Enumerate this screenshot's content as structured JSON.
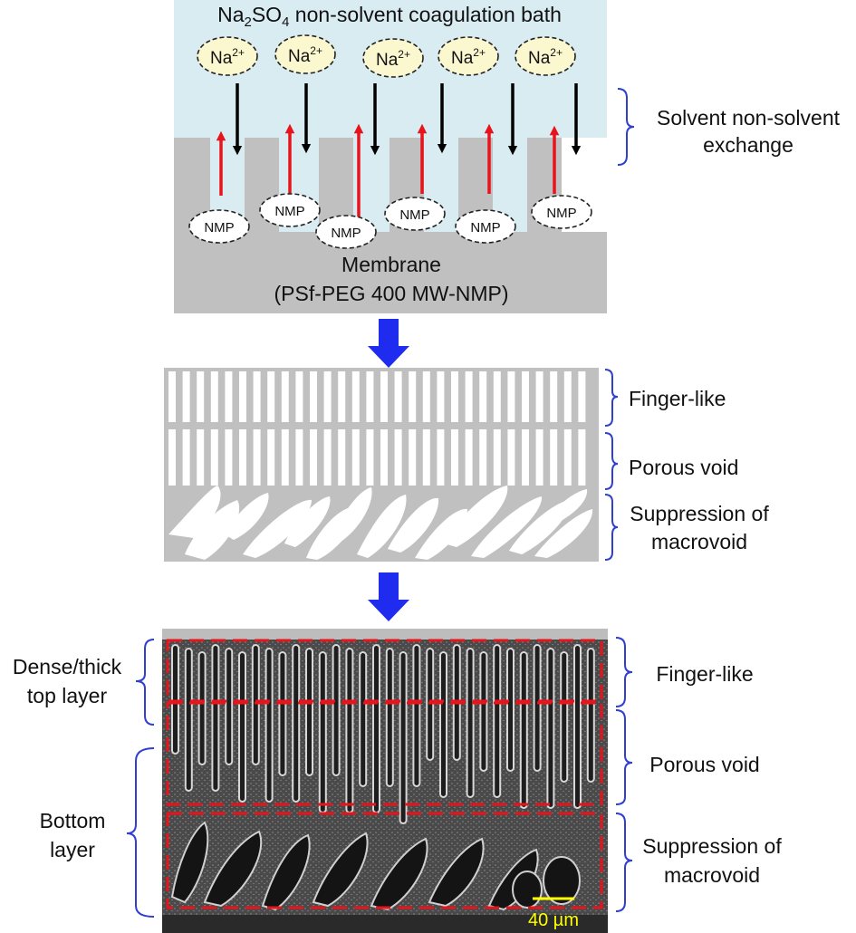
{
  "bath": {
    "title": "Na2SO4 non-solvent coagulation bath",
    "title_parts": {
      "pre": "Na",
      "sub1": "2",
      "mid": "SO",
      "sub2": "4",
      "post": " non-solvent coagulation bath"
    },
    "ion": {
      "base": "Na",
      "sup": "2+"
    },
    "solvent_label": "NMP",
    "exchange_label_line1": "Solvent non-solvent",
    "exchange_label_line2": "exchange",
    "membrane_line1": "Membrane",
    "membrane_line2": "(PSf-PEG 400 MW-NMP)"
  },
  "schematic": {
    "labels": [
      "Finger-like",
      "Porous void",
      "Suppression of",
      "macrovoid"
    ]
  },
  "sem": {
    "left_labels": {
      "top_line1": "Dense/thick",
      "top_line2": "top layer",
      "bottom_line1": "Bottom",
      "bottom_line2": "layer"
    },
    "right_labels": [
      "Finger-like",
      "Porous void",
      "Suppression of",
      "macrovoid"
    ],
    "scale_bar": "40 µm"
  },
  "colors": {
    "bath": "#d9ecf2",
    "membrane": "#c0c0c0",
    "arrow_down": "#1f2cf0",
    "flow_up": "#e8141c",
    "flow_down": "#000000",
    "brace": "#2f3fd0",
    "highlight_box": "#e8141c",
    "scale_bar": "#ffff00"
  },
  "icons": [
    "arrow-down-icon"
  ]
}
